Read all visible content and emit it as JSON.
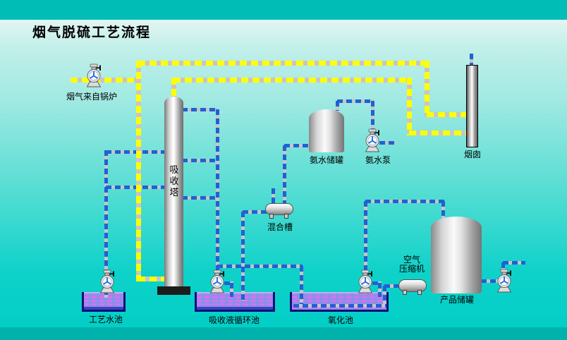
{
  "title": "烟气脱硫工艺流程",
  "labels": {
    "flue_from_boiler": "烟气来自锅炉",
    "absorption_tower": "吸收塔",
    "ammonia_tank": "氨水储罐",
    "ammonia_pump": "氨水泵",
    "chimney": "烟囱",
    "mixing_tank": "混合槽",
    "process_water_pool": "工艺水池",
    "circulation_pool": "吸收液循环池",
    "oxidation_pool": "氧化池",
    "air_compressor_l1": "空气",
    "air_compressor_l2": "压缩机",
    "product_tank": "产品储罐"
  },
  "colors": {
    "top_bar": "#00bdb6",
    "bottom_bar": "#00b2ac",
    "pipe_yellow": "#ffff00",
    "pipe_blue": "#2161d2",
    "pipe_gap": "#c6c6c6",
    "pool_water": "#8a90e8",
    "pool_water_dash": "#f863f8",
    "pool_wall": "#10107a"
  },
  "pipes": {
    "yellow": [
      [
        "h",
        100,
        113,
        96
      ],
      [
        "v",
        196,
        86,
        313
      ],
      [
        "h",
        196,
        89,
        412
      ],
      [
        "v",
        605,
        86,
        80
      ],
      [
        "h",
        605,
        162,
        57
      ],
      [
        "h",
        196,
        395,
        38
      ],
      [
        "v",
        246,
        110,
        30
      ],
      [
        "h",
        246,
        113,
        336
      ],
      [
        "v",
        580,
        110,
        82
      ],
      [
        "h",
        580,
        188,
        82
      ]
    ],
    "blue": [
      [
        "v",
        150,
        213,
        170
      ],
      [
        "h",
        150,
        215,
        84
      ],
      [
        "h",
        150,
        265,
        84
      ],
      [
        "v",
        150,
        410,
        12
      ],
      [
        "h",
        258,
        155,
        51
      ],
      [
        "h",
        258,
        227,
        51
      ],
      [
        "h",
        258,
        280,
        51
      ],
      [
        "v",
        308,
        155,
        228
      ],
      [
        "h",
        308,
        377,
        121
      ],
      [
        "v",
        427,
        377,
        56
      ],
      [
        "h",
        318,
        401,
        13
      ],
      [
        "v",
        328,
        401,
        20
      ],
      [
        "h",
        344,
        300,
        34
      ],
      [
        "v",
        344,
        300,
        126
      ],
      [
        "h",
        403,
        206,
        36
      ],
      [
        "v",
        403,
        206,
        85
      ],
      [
        "v",
        387,
        267,
        24
      ],
      [
        "v",
        478,
        143,
        14
      ],
      [
        "h",
        478,
        143,
        52
      ],
      [
        "v",
        528,
        143,
        42
      ],
      [
        "h",
        538,
        202,
        24
      ],
      [
        "h",
        528,
        401,
        13
      ],
      [
        "v",
        538,
        401,
        20
      ],
      [
        "v",
        518,
        285,
        99
      ],
      [
        "h",
        518,
        285,
        112
      ],
      [
        "v",
        628,
        285,
        25
      ],
      [
        "h",
        545,
        405,
        22
      ],
      [
        "v",
        545,
        405,
        29
      ],
      [
        "h",
        416,
        433,
        132
      ],
      [
        "h",
        682,
        398,
        24
      ],
      [
        "v",
        713,
        372,
        10
      ],
      [
        "h",
        713,
        372,
        32
      ],
      [
        "v",
        668,
        76,
        16
      ]
    ]
  }
}
